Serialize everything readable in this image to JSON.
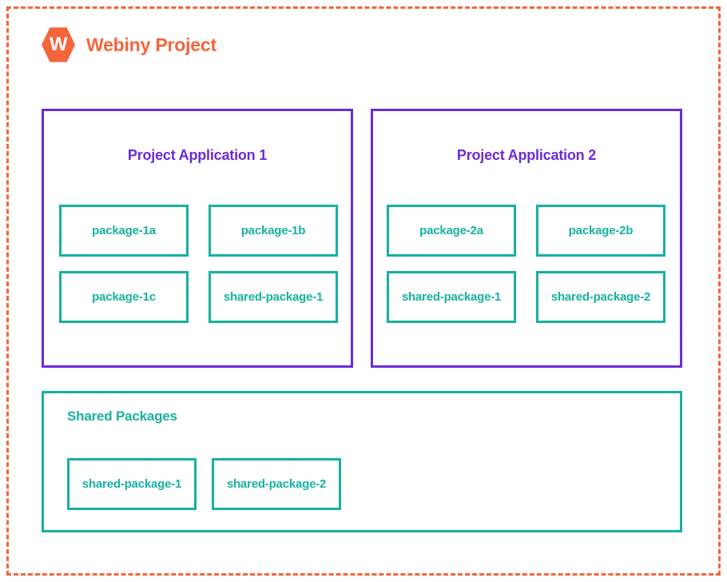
{
  "diagram": {
    "title": "Webiny Project",
    "logo_icon": "webiny-hexagon-logo",
    "logo_letter": "W",
    "colors": {
      "brand_orange": "#F4653C",
      "app_purple": "#6C2BD9",
      "package_teal": "#16B2A0",
      "background": "#FFFFFF"
    },
    "boundary": {
      "style": "dashed",
      "color": "#F4653C"
    },
    "applications": [
      {
        "title": "Project Application 1",
        "packages": [
          {
            "label": "package-1a"
          },
          {
            "label": "package-1b"
          },
          {
            "label": "package-1c"
          },
          {
            "label": "shared-package-1"
          }
        ]
      },
      {
        "title": "Project Application 2",
        "packages": [
          {
            "label": "package-2a"
          },
          {
            "label": "package-2b"
          },
          {
            "label": "shared-package-1"
          },
          {
            "label": "shared-package-2"
          }
        ]
      }
    ],
    "shared_section": {
      "title": "Shared Packages",
      "packages": [
        {
          "label": "shared-package-1"
        },
        {
          "label": "shared-package-2"
        }
      ]
    }
  }
}
